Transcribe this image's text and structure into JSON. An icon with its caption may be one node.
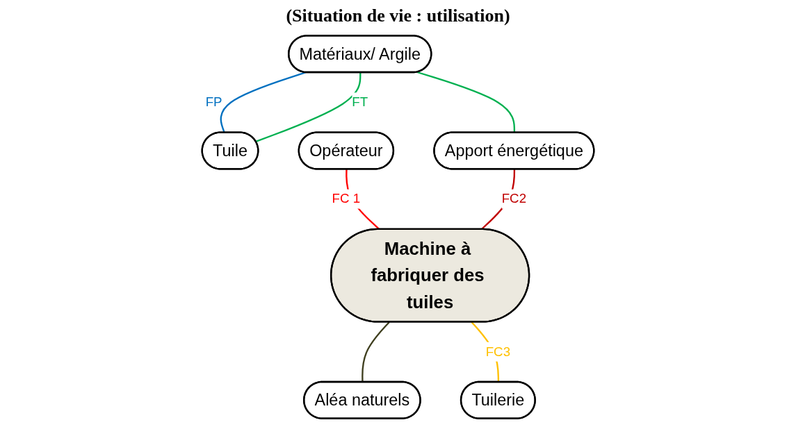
{
  "diagram": {
    "title": "(Situation de vie : utilisation)",
    "nodes": [
      {
        "text": [
          "Matériaux/ Argile"
        ]
      },
      {
        "text": [
          "Tuile"
        ]
      },
      {
        "text": [
          "Machine à fabriquer des tuiles"
        ]
      },
      {
        "text": [
          "Aléa naturels"
        ]
      },
      {
        "text": [
          "Opérateur"
        ]
      },
      {
        "text": [
          "Tuilerie"
        ]
      },
      {
        "text": [
          "Apport énergétique"
        ]
      }
    ],
    "edges": [
      {
        "from": 0,
        "to": 1,
        "arrow": "none",
        "label": "FP",
        "color": "#0070c0"
      },
      {
        "from": 0,
        "to": 1,
        "arrow": "none",
        "label": "FT",
        "color": "#00b050"
      },
      {
        "from": 0,
        "to": 6,
        "arrow": "none",
        "color": "#00b050"
      },
      {
        "from": 4,
        "to": 2,
        "arrow": "none",
        "label": "FC 1",
        "color": "#ff0000"
      },
      {
        "from": 6,
        "to": 2,
        "arrow": "none",
        "label": "FC2",
        "color": "#c00000"
      },
      {
        "from": 2,
        "to": 3,
        "arrow": "none",
        "color": "#3f3f1f"
      },
      {
        "from": 2,
        "to": 5,
        "arrow": "none",
        "label": "FC3",
        "color": "#ffc000"
      }
    ]
  }
}
